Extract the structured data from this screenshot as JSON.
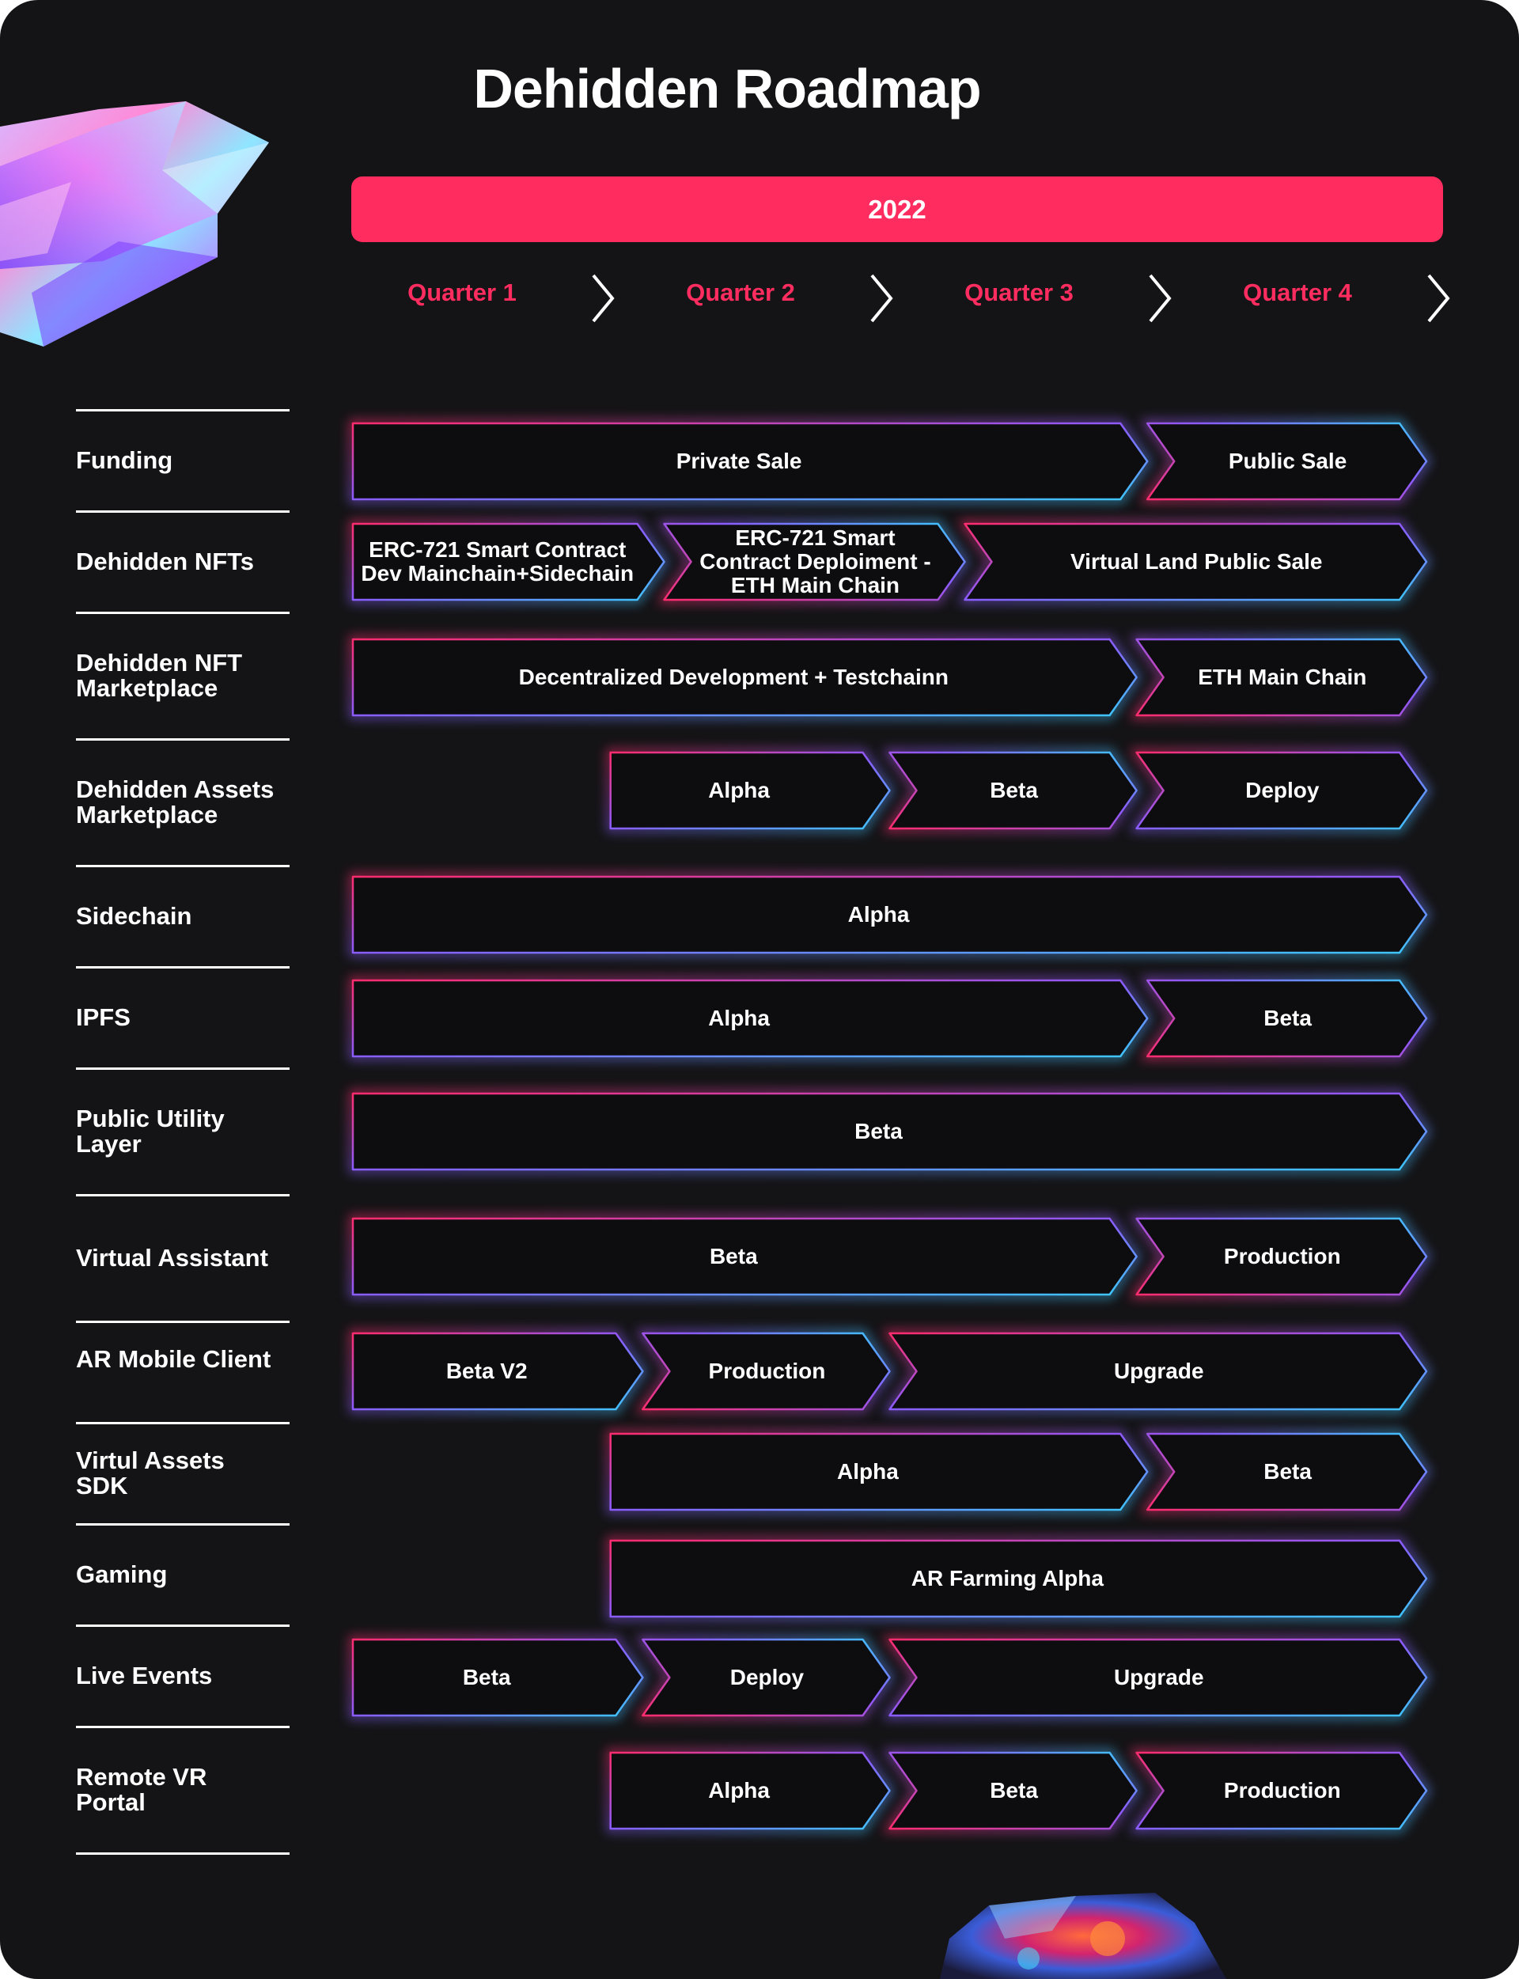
{
  "title": "Dehidden Roadmap",
  "year": "2022",
  "quarters": [
    "Quarter 1",
    "Quarter 2",
    "Quarter 3",
    "Quarter 4"
  ],
  "colors": {
    "background": "#141416",
    "accent": "#ff2c5f",
    "bar_fill": "#0d0d0f",
    "glow_pink": "#ff2c6e",
    "glow_cyan": "#3cc8ff",
    "glow_violet": "#8a5cff"
  },
  "rows": [
    {
      "label": "Funding",
      "segments": [
        {
          "label": "Private Sale",
          "start": 0.0,
          "end": 0.74
        },
        {
          "label": "Public Sale",
          "start": 0.74,
          "end": 1.0
        }
      ]
    },
    {
      "label": "Dehidden NFTs",
      "segments": [
        {
          "label": "ERC-721 Smart Contract Dev Mainchain+Sidechain",
          "start": 0.0,
          "end": 0.29
        },
        {
          "label": "ERC-721 Smart Contract Deploiment - ETH Main Chain",
          "start": 0.29,
          "end": 0.57
        },
        {
          "label": "Virtual Land Public Sale",
          "start": 0.57,
          "end": 1.0
        }
      ]
    },
    {
      "label": "Dehidden NFT Marketplace",
      "segments": [
        {
          "label": "Decentralized Development + Testchainn",
          "start": 0.0,
          "end": 0.73
        },
        {
          "label": "ETH Main Chain",
          "start": 0.73,
          "end": 1.0
        }
      ]
    },
    {
      "label": "Dehidden Assets Marketplace",
      "segments": [
        {
          "label": "Alpha",
          "start": 0.24,
          "end": 0.5
        },
        {
          "label": "Beta",
          "start": 0.5,
          "end": 0.73
        },
        {
          "label": "Deploy",
          "start": 0.73,
          "end": 1.0
        }
      ]
    },
    {
      "label": "Sidechain",
      "segments": [
        {
          "label": "Alpha",
          "start": 0.0,
          "end": 1.0
        }
      ]
    },
    {
      "label": "IPFS",
      "segments": [
        {
          "label": "Alpha",
          "start": 0.0,
          "end": 0.74
        },
        {
          "label": "Beta",
          "start": 0.74,
          "end": 1.0
        }
      ]
    },
    {
      "label": "Public Utility Layer",
      "segments": [
        {
          "label": "Beta",
          "start": 0.0,
          "end": 1.0
        }
      ]
    },
    {
      "label": "Virtual Assistant",
      "segments": [
        {
          "label": "Beta",
          "start": 0.0,
          "end": 0.73
        },
        {
          "label": "Production",
          "start": 0.73,
          "end": 1.0
        }
      ]
    },
    {
      "label": "AR Mobile Client",
      "segments": [
        {
          "label": "Beta V2",
          "start": 0.0,
          "end": 0.27
        },
        {
          "label": "Production",
          "start": 0.27,
          "end": 0.5
        },
        {
          "label": "Upgrade",
          "start": 0.5,
          "end": 1.0
        }
      ]
    },
    {
      "label": "Virtul Assets SDK",
      "segments": [
        {
          "label": "Alpha",
          "start": 0.24,
          "end": 0.74
        },
        {
          "label": "Beta",
          "start": 0.74,
          "end": 1.0
        }
      ]
    },
    {
      "label": "Gaming",
      "segments": [
        {
          "label": "AR Farming Alpha",
          "start": 0.24,
          "end": 1.0
        }
      ]
    },
    {
      "label": "Live Events",
      "segments": [
        {
          "label": "Beta",
          "start": 0.0,
          "end": 0.27
        },
        {
          "label": "Deploy",
          "start": 0.27,
          "end": 0.5
        },
        {
          "label": "Upgrade",
          "start": 0.5,
          "end": 1.0
        }
      ]
    },
    {
      "label": "Remote VR Portal",
      "segments": [
        {
          "label": "Alpha",
          "start": 0.24,
          "end": 0.5
        },
        {
          "label": "Beta",
          "start": 0.5,
          "end": 0.73
        },
        {
          "label": "Production",
          "start": 0.73,
          "end": 1.0
        }
      ]
    }
  ],
  "decorations": [
    "holographic-crystal",
    "opal-gem"
  ]
}
